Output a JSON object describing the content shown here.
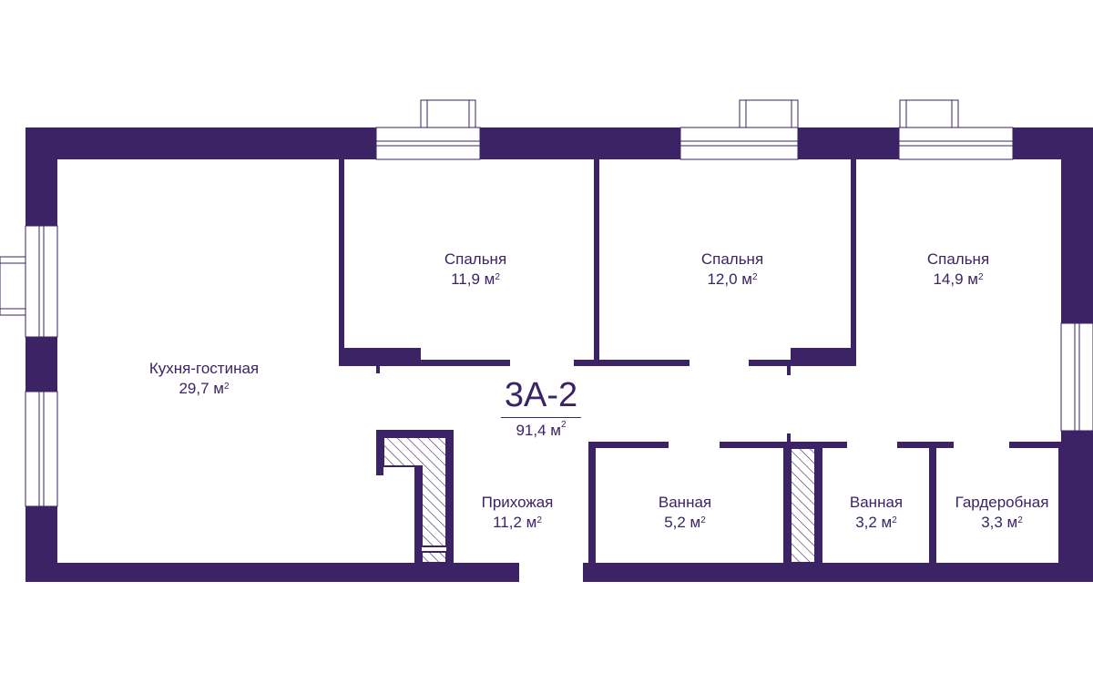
{
  "plan": {
    "code": "3А-2",
    "total_area": "91,4 м",
    "area_unit_sup": "2",
    "colors": {
      "wall": "#3b2366",
      "background": "#ffffff"
    }
  },
  "rooms": [
    {
      "id": "kitchen",
      "name": "Кухня-гостиная",
      "area": "29,7 м"
    },
    {
      "id": "bedroom1",
      "name": "Спальня",
      "area": "11,9 м"
    },
    {
      "id": "bedroom2",
      "name": "Спальня",
      "area": "12,0 м"
    },
    {
      "id": "bedroom3",
      "name": "Спальня",
      "area": "14,9 м"
    },
    {
      "id": "hall",
      "name": "Прихожая",
      "area": "11,2 м"
    },
    {
      "id": "bath1",
      "name": "Ванная",
      "area": "5,2 м"
    },
    {
      "id": "bath2",
      "name": "Ванная",
      "area": "3,2 м"
    },
    {
      "id": "wardrobe",
      "name": "Гардеробная",
      "area": "3,3 м"
    }
  ]
}
